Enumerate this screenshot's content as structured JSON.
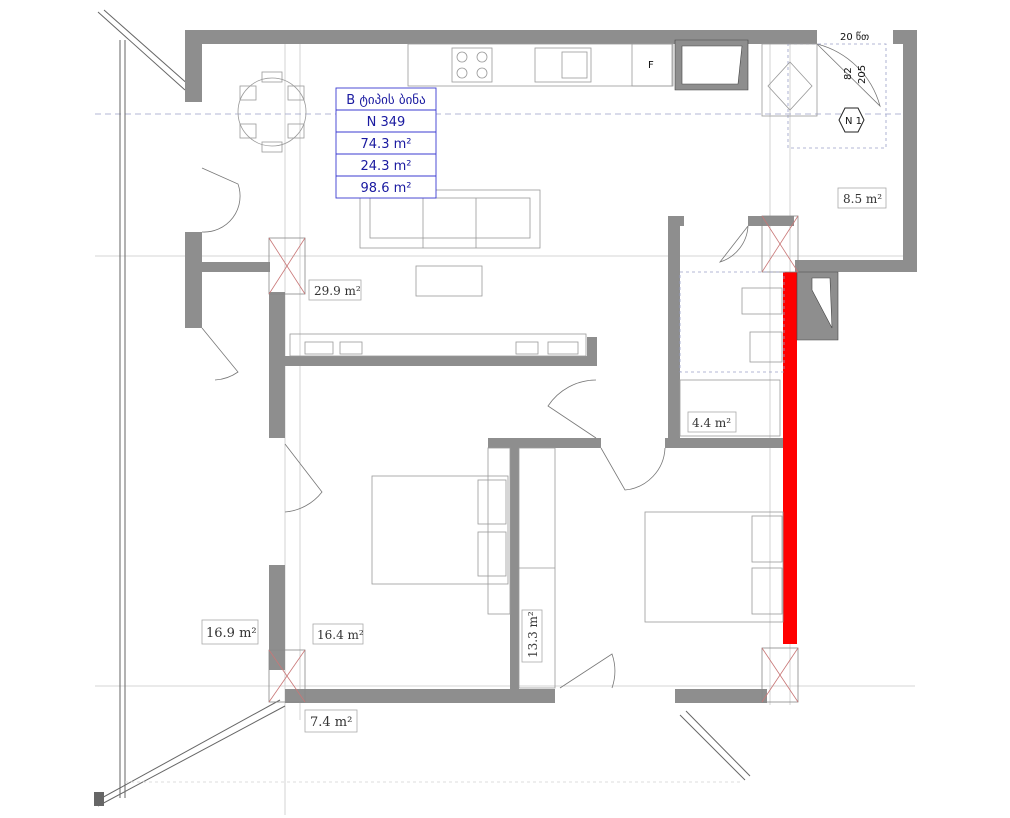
{
  "info_box": {
    "title": "B ტიპის ბინა",
    "number": "N 349",
    "area_1": "74.3 m²",
    "area_2": "24.3 m²",
    "area_total": "98.6 m²"
  },
  "rooms": {
    "living_area": "29.9 m²",
    "corridor_area": "8.5 m²",
    "bathroom_area": "4.4 m²",
    "terrace_area": "16.9 m²",
    "bedroom1_area": "16.4 m²",
    "bedroom2_area": "13.3 m²",
    "balcony_area": "7.4 m²"
  },
  "entrance": {
    "door_width": "20 წთ",
    "dim_a": "82",
    "dim_b": "205",
    "marker": "N 1"
  },
  "appliances": {
    "fridge_label": "F"
  },
  "colors": {
    "wall": "#8e8e8e",
    "highlight_wall": "#ff0000",
    "info_border": "#3b3bd0",
    "info_text": "#1a1aa0",
    "grid_line": "#9aa0c8"
  }
}
